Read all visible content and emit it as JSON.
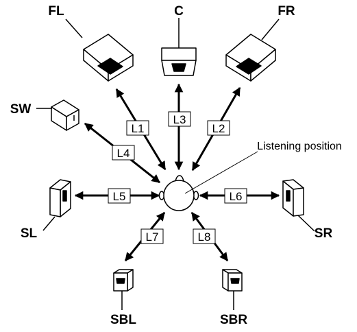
{
  "speakers": {
    "front_left": "FL",
    "center": "C",
    "front_right": "FR",
    "subwoofer": "SW",
    "surround_left": "SL",
    "surround_right": "SR",
    "surround_back_left": "SBL",
    "surround_back_right": "SBR"
  },
  "distances": {
    "l1": "L1",
    "l2": "L2",
    "l3": "L3",
    "l4": "L4",
    "l5": "L5",
    "l6": "L6",
    "l7": "L7",
    "l8": "L8"
  },
  "listening_position": "Listening position"
}
